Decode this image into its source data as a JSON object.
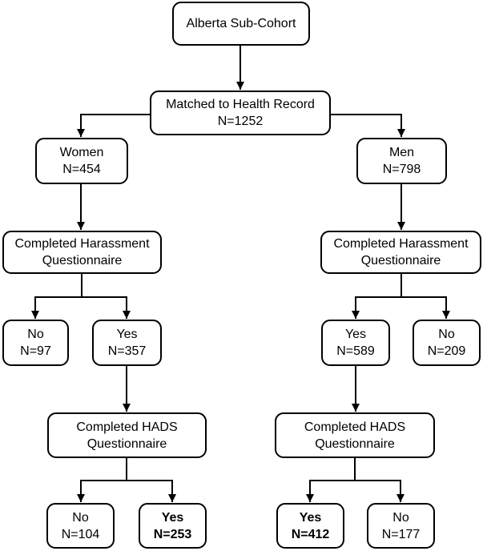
{
  "colors": {
    "line": "#000000",
    "box-fill": "#ffffff",
    "box-border": "#000000",
    "page-bg": "#ffffff"
  },
  "nodes": {
    "alberta": {
      "line1": "Alberta Sub-Cohort"
    },
    "matched": {
      "line1": "Matched to Health Record",
      "line2": "N=1252"
    },
    "women": {
      "line1": "Women",
      "line2": "N=454"
    },
    "men": {
      "line1": "Men",
      "line2": "N=798"
    },
    "harassment_women": {
      "line1": "Completed Harassment",
      "line2": "Questionnaire"
    },
    "harassment_men": {
      "line1": "Completed Harassment",
      "line2": "Questionnaire"
    },
    "harassment_women_no": {
      "line1": "No",
      "line2": "N=97"
    },
    "harassment_women_yes": {
      "line1": "Yes",
      "line2": "N=357"
    },
    "harassment_men_yes": {
      "line1": "Yes",
      "line2": "N=589"
    },
    "harassment_men_no": {
      "line1": "No",
      "line2": "N=209"
    },
    "hads_women": {
      "line1": "Completed HADS",
      "line2": "Questionnaire"
    },
    "hads_men": {
      "line1": "Completed HADS",
      "line2": "Questionnaire"
    },
    "hads_women_no": {
      "line1": "No",
      "line2": "N=104"
    },
    "hads_women_yes": {
      "line1": "Yes",
      "line2": "N=253"
    },
    "hads_men_yes": {
      "line1": "Yes",
      "line2": "N=412"
    },
    "hads_men_no": {
      "line1": "No",
      "line2": "N=177"
    }
  }
}
